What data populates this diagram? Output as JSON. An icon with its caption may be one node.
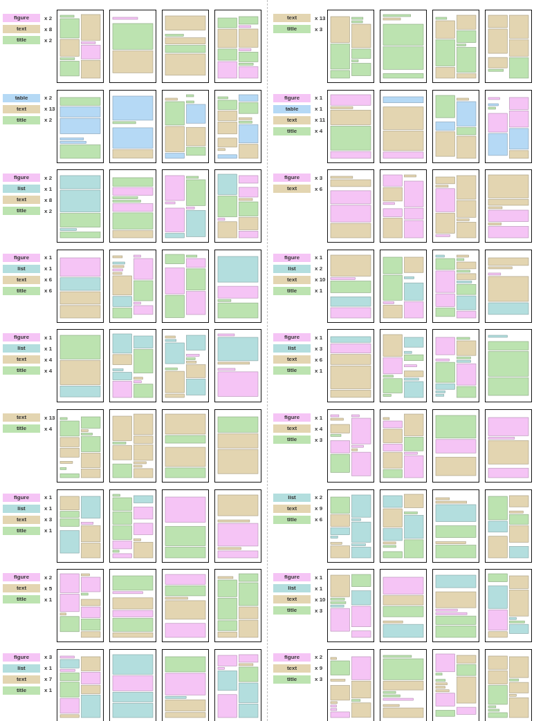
{
  "diagram": {
    "labels": [
      "x 2",
      "x 8",
      "x 2",
      "x 13",
      "x 3",
      "x 2",
      "x 13",
      "x 2",
      "x 1",
      "x 1",
      "x 11",
      "x 4",
      "x 2",
      "x 1",
      "x 8",
      "x 2",
      "x 3",
      "x 6",
      "x 1",
      "x 1",
      "x 6",
      "x 6",
      "x 1",
      "x 2",
      "x 10",
      "x 1",
      "x 1",
      "x 1",
      "x 4",
      "x 4",
      "x 1",
      "x 3",
      "x 6",
      "x 1",
      "x 13",
      "x 4",
      "x 1",
      "x 4",
      "x 3",
      "x 1",
      "x 1",
      "x 3",
      "x 1",
      "x 2",
      "x 9",
      "x 6",
      "x 2",
      "x 5",
      "x 1",
      "x 1",
      "x 1",
      "x 10",
      "x 3",
      "x 3",
      "x 1",
      "x 7",
      "x 1",
      "x 2",
      "x 9",
      "x 3"
    ],
    "legend": [
      {
        "text": "figure",
        "color": "#f5c4f5"
      },
      {
        "text": "text",
        "color": "#e3d5b1"
      },
      {
        "text": "title",
        "color": "#bce3b0"
      },
      {
        "text": "text",
        "color": "#e3d5b1"
      },
      {
        "text": "title",
        "color": "#bce3b0"
      },
      {
        "text": "table",
        "color": "#b5d9f5"
      },
      {
        "text": "text",
        "color": "#e3d5b1"
      },
      {
        "text": "title",
        "color": "#bce3b0"
      },
      {
        "text": "figure",
        "color": "#f5c4f5"
      },
      {
        "text": "table",
        "color": "#b5d9f5"
      },
      {
        "text": "text",
        "color": "#e3d5b1"
      },
      {
        "text": "title",
        "color": "#bce3b0"
      },
      {
        "text": "figure",
        "color": "#f5c4f5"
      },
      {
        "text": "list",
        "color": "#b3dede"
      },
      {
        "text": "text",
        "color": "#e3d5b1"
      },
      {
        "text": "title",
        "color": "#bce3b0"
      },
      {
        "text": "figure",
        "color": "#f5c4f5"
      },
      {
        "text": "text",
        "color": "#e3d5b1"
      },
      {
        "text": "figure",
        "color": "#f5c4f5"
      },
      {
        "text": "list",
        "color": "#b3dede"
      },
      {
        "text": "text",
        "color": "#e3d5b1"
      },
      {
        "text": "title",
        "color": "#bce3b0"
      },
      {
        "text": "figure",
        "color": "#f5c4f5"
      },
      {
        "text": "list",
        "color": "#b3dede"
      },
      {
        "text": "text",
        "color": "#e3d5b1"
      },
      {
        "text": "title",
        "color": "#bce3b0"
      },
      {
        "text": "figure",
        "color": "#f5c4f5"
      },
      {
        "text": "list",
        "color": "#b3dede"
      },
      {
        "text": "text",
        "color": "#e3d5b1"
      },
      {
        "text": "title",
        "color": "#bce3b0"
      },
      {
        "text": "figure",
        "color": "#f5c4f5"
      },
      {
        "text": "list",
        "color": "#b3dede"
      },
      {
        "text": "text",
        "color": "#e3d5b1"
      },
      {
        "text": "title",
        "color": "#bce3b0"
      },
      {
        "text": "text",
        "color": "#e3d5b1"
      },
      {
        "text": "title",
        "color": "#bce3b0"
      },
      {
        "text": "figure",
        "color": "#f5c4f5"
      },
      {
        "text": "text",
        "color": "#e3d5b1"
      },
      {
        "text": "title",
        "color": "#bce3b0"
      },
      {
        "text": "figure",
        "color": "#f5c4f5"
      },
      {
        "text": "list",
        "color": "#b3dede"
      },
      {
        "text": "text",
        "color": "#e3d5b1"
      },
      {
        "text": "title",
        "color": "#bce3b0"
      },
      {
        "text": "list",
        "color": "#b3dede"
      },
      {
        "text": "text",
        "color": "#e3d5b1"
      },
      {
        "text": "title",
        "color": "#bce3b0"
      },
      {
        "text": "figure",
        "color": "#f5c4f5"
      },
      {
        "text": "text",
        "color": "#e3d5b1"
      },
      {
        "text": "title",
        "color": "#bce3b0"
      },
      {
        "text": "figure",
        "color": "#f5c4f5"
      },
      {
        "text": "list",
        "color": "#b3dede"
      },
      {
        "text": "text",
        "color": "#e3d5b1"
      },
      {
        "text": "title",
        "color": "#bce3b0"
      },
      {
        "text": "figure",
        "color": "#f5c4f5"
      },
      {
        "text": "list",
        "color": "#b3dede"
      },
      {
        "text": "text",
        "color": "#e3d5b1"
      },
      {
        "text": "title",
        "color": "#bce3b0"
      },
      {
        "text": "figure",
        "color": "#f5c4f5"
      },
      {
        "text": "text",
        "color": "#e3d5b1"
      },
      {
        "text": "title",
        "color": "#bce3b0"
      }
    ]
  }
}
